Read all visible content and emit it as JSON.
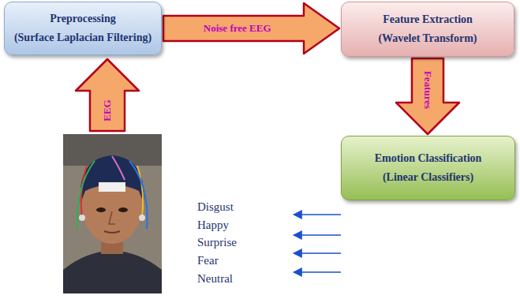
{
  "diagram": {
    "nodes": [
      {
        "text": [
          "Preprocessing",
          "(Surface Laplacian Filtering)"
        ]
      },
      {
        "text": [
          "Feature Extraction",
          "(Wavelet Transform)"
        ]
      },
      {
        "text": [
          "Emotion Classification",
          "(Linear Classifiers)"
        ]
      }
    ],
    "edges": [
      {
        "from": 0,
        "to": 1,
        "arrow": "to",
        "label": "Noise free EEG"
      },
      {
        "from": 1,
        "to": 2,
        "arrow": "to",
        "label": "Features"
      }
    ],
    "labels": [
      "EEG",
      "Disgust",
      "Happy",
      "Surprise",
      "Fear",
      "Neutral"
    ]
  }
}
